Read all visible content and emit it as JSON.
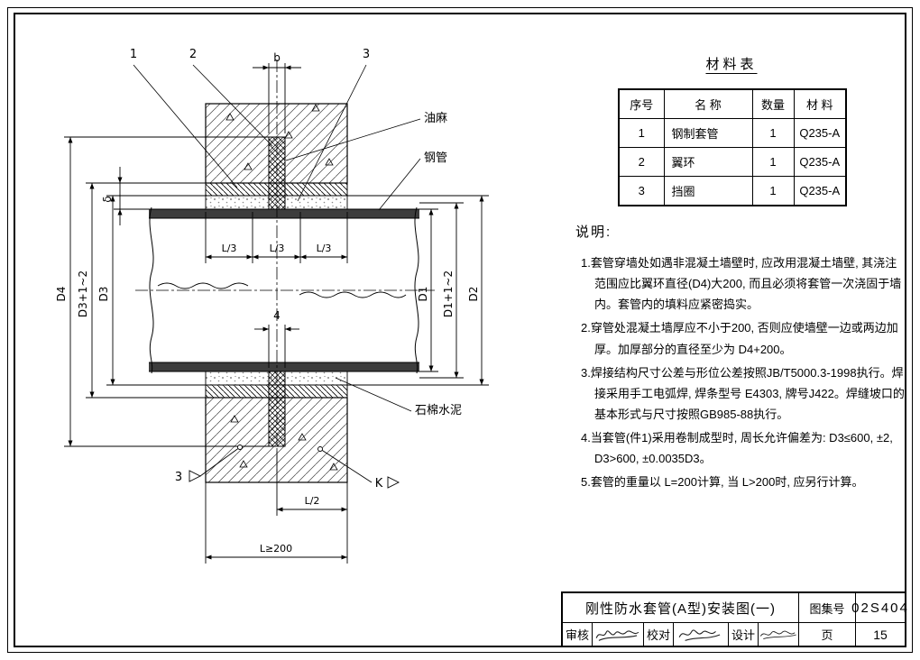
{
  "materials": {
    "title": "材料表",
    "headers": [
      "序号",
      "名  称",
      "数量",
      "材  料"
    ],
    "rows": [
      [
        "1",
        "钢制套管",
        "1",
        "Q235-A"
      ],
      [
        "2",
        "翼环",
        "1",
        "Q235-A"
      ],
      [
        "3",
        "挡圈",
        "1",
        "Q235-A"
      ]
    ]
  },
  "notes": {
    "heading": "说明:",
    "items": [
      "1.套管穿墙处如遇非混凝土墙壁时, 应改用混凝土墙壁, 其浇注范围应比翼环直径(D4)大200, 而且必须将套管一次浇固于墙内。套管内的填料应紧密捣实。",
      "2.穿管处混凝土墙厚应不小于200, 否则应使墙壁一边或两边加厚。加厚部分的直径至少为 D4+200。",
      "3.焊接结构尺寸公差与形位公差按照JB/T5000.3-1998执行。焊接采用手工电弧焊, 焊条型号 E4303, 牌号J422。焊缝坡口的基本形式与尺寸按照GB985-88执行。",
      "4.当套管(件1)采用卷制成型时, 周长允许偏差为: D3≤600, ±2, D3>600, ±0.0035D3。",
      "5.套管的重量以 L=200计算, 当 L>200时, 应另行计算。"
    ]
  },
  "title_block": {
    "drawing_title": "刚性防水套管(A型)安装图(一)",
    "atlas_label": "图集号",
    "atlas_no": "02S404",
    "review_label": "审核",
    "proof_label": "校对",
    "design_label": "设计",
    "page_label": "页",
    "page_no": "15"
  },
  "drawing": {
    "callouts": {
      "c1": "1",
      "c2": "2",
      "c3": "3",
      "c4": "4"
    },
    "dims": {
      "b": "b",
      "delta": "δ",
      "l3": "L/3",
      "l2": "L/2",
      "lmin": "L≥200",
      "d4": "D4",
      "d3p": "D3+1~2",
      "d3": "D3",
      "d1": "D1",
      "d1p": "D1+1~2",
      "d2": "D2"
    },
    "part_labels": {
      "oakum": "油麻",
      "steel_pipe": "钢管",
      "asbestos_cement": "石棉水泥"
    },
    "section_marks": {
      "s3": "3",
      "k": "K"
    }
  }
}
